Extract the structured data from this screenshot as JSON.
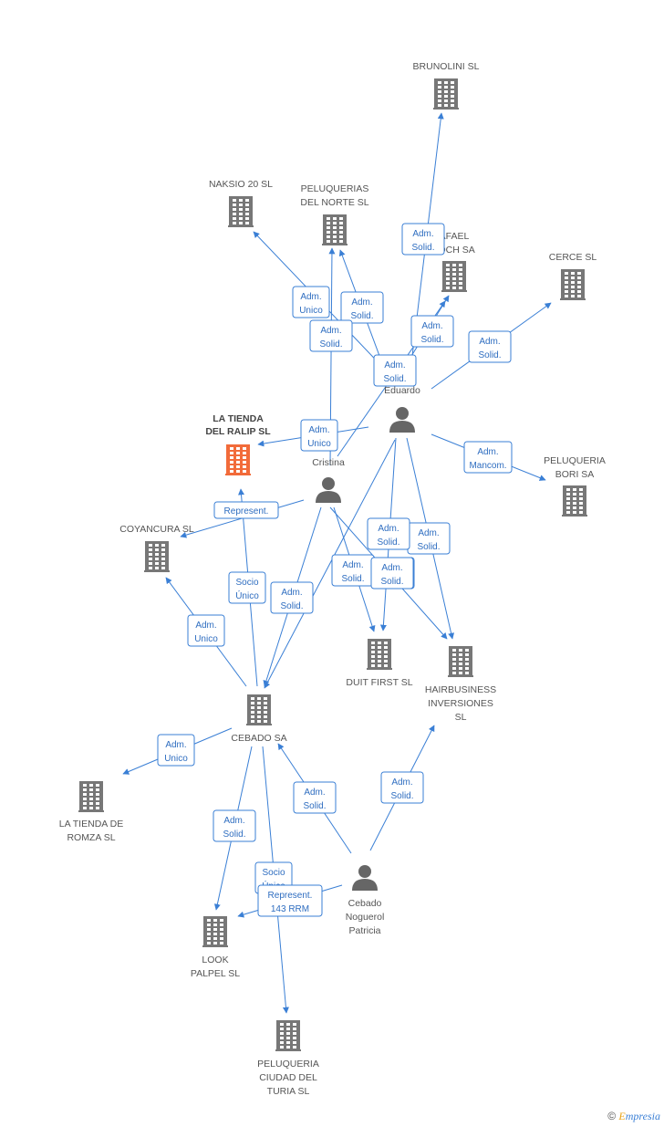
{
  "colors": {
    "edge": "#3a7fd5",
    "company": "#777777",
    "focus": "#f26b3a",
    "person": "#666666"
  },
  "footer": {
    "copyright": "©",
    "brand_initial": "E",
    "brand_rest": "mpresia"
  },
  "nodes": [
    {
      "id": "brunolini",
      "type": "company",
      "lines": [
        "BRUNOLINI SL"
      ]
    },
    {
      "id": "naksio",
      "type": "company",
      "lines": [
        "NAKSIO 20 SL"
      ]
    },
    {
      "id": "pelnorte",
      "type": "company",
      "lines": [
        "PELUQUERIAS",
        "DEL NORTE SL"
      ]
    },
    {
      "id": "rafael",
      "type": "company",
      "lines": [
        "AFAEL",
        "JOCH SA"
      ]
    },
    {
      "id": "cerce",
      "type": "company",
      "lines": [
        "CERCE SL"
      ]
    },
    {
      "id": "eduardo",
      "type": "person",
      "lines": [
        "C          ino",
        "Eduardo"
      ]
    },
    {
      "id": "latienda",
      "type": "focus",
      "lines": [
        "LA TIENDA",
        "DEL RALIP SL"
      ]
    },
    {
      "id": "cristina",
      "type": "person",
      "lines": [
        "o",
        "l",
        "Cristina"
      ]
    },
    {
      "id": "bori",
      "type": "company",
      "lines": [
        "PELUQUERIA",
        "BORI SA"
      ]
    },
    {
      "id": "coyancura",
      "type": "company",
      "lines": [
        "COYANCURA SL"
      ]
    },
    {
      "id": "duit",
      "type": "company",
      "lines": [
        "DUIT FIRST SL"
      ]
    },
    {
      "id": "hair",
      "type": "company",
      "lines": [
        "HAIRBUSINESS",
        "INVERSIONES",
        "SL"
      ]
    },
    {
      "id": "cebado",
      "type": "company",
      "lines": [
        "CEBADO SA"
      ]
    },
    {
      "id": "romza",
      "type": "company",
      "lines": [
        "LA TIENDA DE",
        "ROMZA SL"
      ]
    },
    {
      "id": "patricia",
      "type": "person",
      "lines": [
        "Cebado",
        "Noguerol",
        "Patricia"
      ]
    },
    {
      "id": "look",
      "type": "company",
      "lines": [
        "LOOK",
        "PALPEL SL"
      ]
    },
    {
      "id": "pelturia",
      "type": "company",
      "lines": [
        "PELUQUERIA",
        "CIUDAD DEL",
        "TURIA SL"
      ]
    }
  ],
  "edges": [
    {
      "from": "eduardo",
      "to": "brunolini",
      "lines": [
        "Adm.",
        "Solid."
      ]
    },
    {
      "from": "eduardo",
      "to": "naksio",
      "lines": [
        "Adm.",
        "Unico"
      ]
    },
    {
      "from": "eduardo",
      "to": "pelnorte",
      "lines": [
        "Adm.",
        "Solid."
      ]
    },
    {
      "from": "eduardo",
      "to": "rafael",
      "lines": [
        "Adm.",
        "Solid."
      ]
    },
    {
      "from": "eduardo",
      "to": "cerce",
      "lines": [
        "Adm.",
        "Solid."
      ]
    },
    {
      "from": "eduardo",
      "to": "bori",
      "lines": [
        "Adm.",
        "Mancom."
      ]
    },
    {
      "from": "eduardo",
      "to": "latienda",
      "lines": [
        "Adm.",
        "Unico"
      ]
    },
    {
      "from": "eduardo",
      "to": "duit",
      "lines": [
        "Adm.",
        "Solid."
      ]
    },
    {
      "from": "eduardo",
      "to": "hair",
      "lines": [
        "Adm.",
        "Solid."
      ]
    },
    {
      "from": "eduardo",
      "to": "cebado",
      "lines": [
        "Adm.",
        "Solid."
      ]
    },
    {
      "from": "cristina",
      "to": "pelnorte",
      "lines": [
        "Adm.",
        "Solid."
      ]
    },
    {
      "from": "cristina",
      "to": "rafael",
      "lines": [
        "Adm.",
        "Solid."
      ]
    },
    {
      "from": "cristina",
      "to": "coyancura",
      "lines": [
        "Represent."
      ]
    },
    {
      "from": "cristina",
      "to": "duit",
      "lines": [
        "Adm.",
        "Solid."
      ]
    },
    {
      "from": "cristina",
      "to": "hair",
      "lines": [
        "Adm.",
        "Solid."
      ]
    },
    {
      "from": "cristina",
      "to": "cebado",
      "lines": [
        "Adm.",
        "Solid."
      ]
    },
    {
      "from": "cebado",
      "to": "latienda",
      "lines": [
        "Socio",
        "Único"
      ]
    },
    {
      "from": "cebado",
      "to": "coyancura",
      "lines": [
        "Adm.",
        "Unico"
      ]
    },
    {
      "from": "cebado",
      "to": "romza",
      "lines": [
        "Adm.",
        "Unico"
      ]
    },
    {
      "from": "cebado",
      "to": "look",
      "lines": [
        "Adm.",
        "Solid."
      ]
    },
    {
      "from": "cebado",
      "to": "pelturia",
      "lines": [
        "Socio",
        "Único"
      ]
    },
    {
      "from": "patricia",
      "to": "cebado",
      "lines": [
        "Adm.",
        "Solid."
      ]
    },
    {
      "from": "patricia",
      "to": "hair",
      "lines": [
        "Adm.",
        "Solid."
      ]
    },
    {
      "from": "patricia",
      "to": "look",
      "lines": [
        "Represent.",
        "143 RRM"
      ]
    }
  ]
}
